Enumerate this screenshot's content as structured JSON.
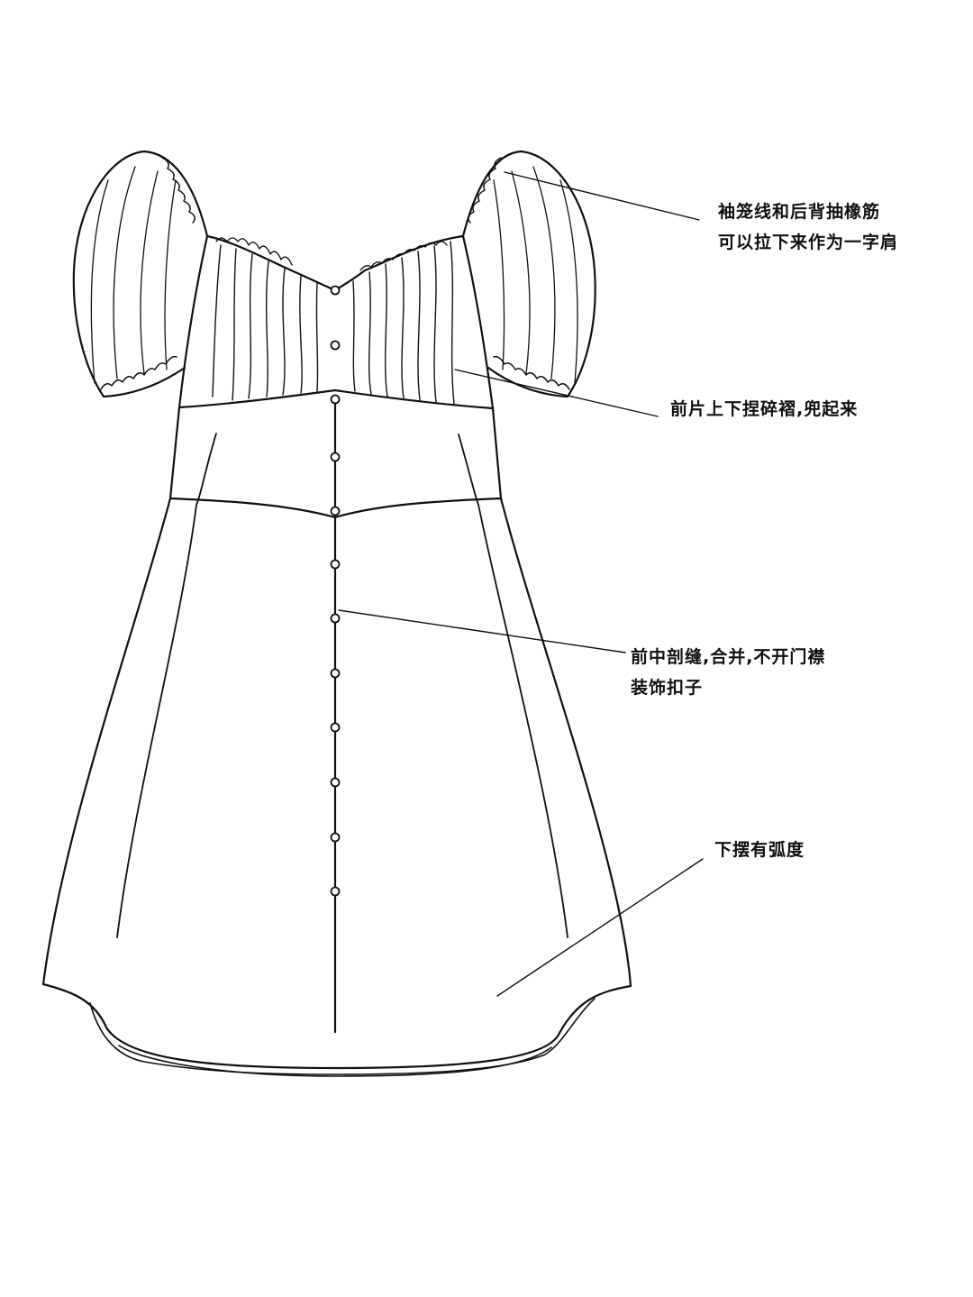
{
  "callouts": {
    "sleeve": {
      "line1": "袖笼线和后背抽橡筋",
      "line2": "可以拉下来作为一字肩"
    },
    "front_gather": {
      "line1": "前片上下捏碎褶,兜起来"
    },
    "center_seam": {
      "line1": "前中剖缝,合并,不开门襟",
      "line2": "装饰扣子"
    },
    "hem": {
      "line1": "下摆有弧度"
    }
  },
  "colors": {
    "ink": "#111111",
    "paper": "#ffffff"
  }
}
